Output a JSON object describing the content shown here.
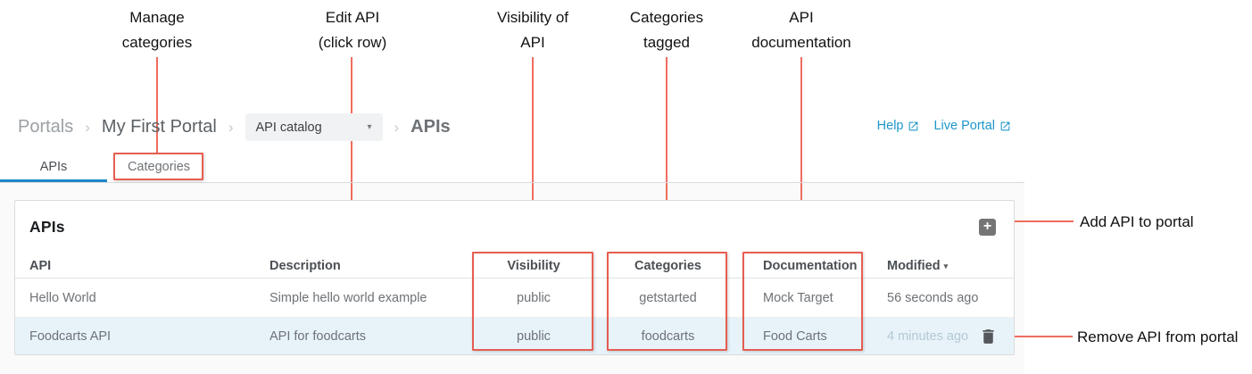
{
  "annotations": {
    "manage": {
      "line1": "Manage",
      "line2": "categories"
    },
    "edit": {
      "line1": "Edit API",
      "line2": "(click row)"
    },
    "visibility": {
      "line1": "Visibility of",
      "line2": "API"
    },
    "tagged": {
      "line1": "Categories",
      "line2": "tagged"
    },
    "documentation": {
      "line1": "API",
      "line2": "documentation"
    },
    "add_label": "Add API to portal",
    "remove_label": "Remove API from portal"
  },
  "breadcrumb": {
    "root": "Portals",
    "separator": "›",
    "portal": "My First Portal",
    "catalog_dropdown": {
      "value": "API catalog",
      "caret": "▾"
    },
    "current": "APIs"
  },
  "links": {
    "help": {
      "label": "Help",
      "icon": "open-in-new-icon"
    },
    "live_portal": {
      "label": "Live Portal",
      "icon": "open-in-new-icon"
    }
  },
  "tabs": {
    "apis": {
      "label": "APIs",
      "active": true
    },
    "categories": {
      "label": "Categories",
      "active": false
    }
  },
  "panel": {
    "title": "APIs",
    "add_button_glyph": "+",
    "add_button_icon": "plus-icon",
    "delete_icon": "trash-icon"
  },
  "table": {
    "headers": {
      "api": "API",
      "description": "Description",
      "visibility": "Visibility",
      "categories": "Categories",
      "documentation": "Documentation",
      "modified": "Modified",
      "sort_caret": "▾"
    },
    "rows": [
      {
        "api": "Hello World",
        "description": "Simple hello world example",
        "visibility": "public",
        "categories": "getstarted",
        "documentation": "Mock Target",
        "modified": "56 seconds ago"
      },
      {
        "api": "Foodcarts API",
        "description": "API for foodcarts",
        "visibility": "public",
        "categories": "foodcarts",
        "documentation": "Food Carts",
        "modified": "4 minutes ago"
      }
    ]
  },
  "colors": {
    "annotation_red": "#ec5442",
    "tab_accent_blue": "#1b87c9",
    "link_blue": "#1f96c8",
    "row_highlight": "#e8f3f9",
    "add_button_gray": "#757575"
  }
}
